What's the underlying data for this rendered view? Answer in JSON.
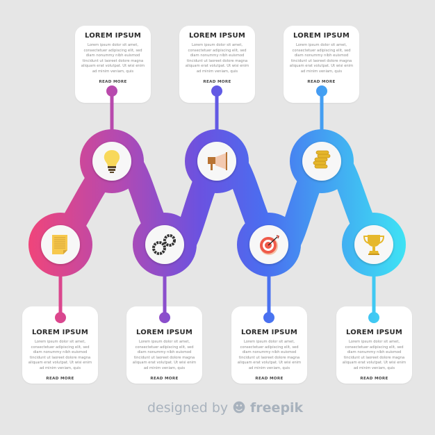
{
  "cards": [
    {
      "id": "step-1",
      "position": "bottom",
      "title": "LOREM IPSUM",
      "body": "Lorem ipsum dolor sit amet, consectetuer adipiscing elit, sed diam nonummy nibh euismod tincidunt ut laoreet dolore magna aliquam erat volutpat. Ut wisi enim ad minim veniam, quis",
      "link": "READ MORE",
      "icon": "document-icon",
      "color": "#e8457f"
    },
    {
      "id": "step-2",
      "position": "top",
      "title": "LOREM IPSUM",
      "body": "Lorem ipsum dolor sit amet, consectetuer adipiscing elit, sed diam nonummy nibh euismod tincidunt ut laoreet dolore magna aliquam erat volutpat. Ut wisi enim ad minim veniam, quis",
      "link": "READ MORE",
      "icon": "lightbulb-icon",
      "color": "#a64ab8"
    },
    {
      "id": "step-3",
      "position": "bottom",
      "title": "LOREM IPSUM",
      "body": "Lorem ipsum dolor sit amet, consectetuer adipiscing elit, sed diam nonummy nibh euismod tincidunt ut laoreet dolore magna aliquam erat volutpat. Ut wisi enim ad minim veniam, quis",
      "link": "READ MORE",
      "icon": "gears-icon",
      "color": "#7b4fd6"
    },
    {
      "id": "step-4",
      "position": "top",
      "title": "LOREM IPSUM",
      "body": "Lorem ipsum dolor sit amet, consectetuer adipiscing elit, sed diam nonummy nibh euismod tincidunt ut laoreet dolore magna aliquam erat volutpat. Ut wisi enim ad minim veniam, quis",
      "link": "READ MORE",
      "icon": "megaphone-icon",
      "color": "#4f67e8"
    },
    {
      "id": "step-5",
      "position": "bottom",
      "title": "LOREM IPSUM",
      "body": "Lorem ipsum dolor sit amet, consectetuer adipiscing elit, sed diam nonummy nibh euismod tincidunt ut laoreet dolore magna aliquam erat volutpat. Ut wisi enim ad minim veniam, quis",
      "link": "READ MORE",
      "icon": "target-icon",
      "color": "#3f80f0"
    },
    {
      "id": "step-6",
      "position": "top",
      "title": "LOREM IPSUM",
      "body": "Lorem ipsum dolor sit amet, consectetuer adipiscing elit, sed diam nonummy nibh euismod tincidunt ut laoreet dolore magna aliquam erat volutpat. Ut wisi enim ad minim veniam, quis",
      "link": "READ MORE",
      "icon": "coins-icon",
      "color": "#3fa6f0"
    },
    {
      "id": "step-7",
      "position": "bottom",
      "title": "LOREM IPSUM",
      "body": "Lorem ipsum dolor sit amet, consectetuer adipiscing elit, sed diam nonummy nibh euismod tincidunt ut laoreet dolore magna aliquam erat volutpat. Ut wisi enim ad minim veniam, quis",
      "link": "READ MORE",
      "icon": "trophy-icon",
      "color": "#35d2f0"
    }
  ],
  "footer": {
    "prefix": "designed by",
    "brand": "freepik"
  },
  "colors": {
    "background": "#e6e6e6",
    "gradient_start": "#f0457a",
    "gradient_mid1": "#a64ab8",
    "gradient_mid2": "#5a5ee8",
    "gradient_end": "#3ee0f4"
  }
}
